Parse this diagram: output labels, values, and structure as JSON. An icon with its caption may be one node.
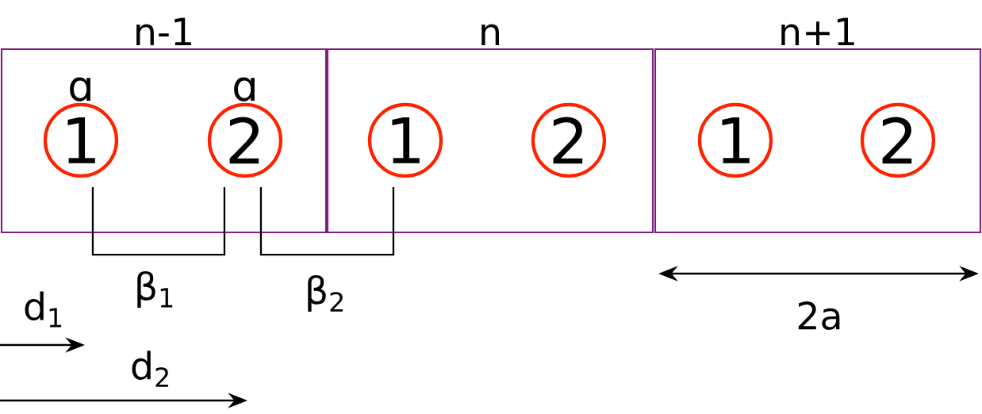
{
  "diagram": {
    "nodes": [
      {
        "text": [
          "n-1"
        ]
      },
      {
        "text": [
          "n"
        ]
      },
      {
        "text": [
          "n+1"
        ]
      },
      {
        "text": [
          "1"
        ],
        "in": 0,
        "beside": [
          "ɑ"
        ]
      },
      {
        "text": [
          "2"
        ],
        "in": 0,
        "beside": [
          "ɑ"
        ]
      },
      {
        "text": [
          "1"
        ],
        "in": 1
      },
      {
        "text": [
          "2"
        ],
        "in": 1
      },
      {
        "text": [
          "1"
        ],
        "in": 2
      },
      {
        "text": [
          "2"
        ],
        "in": 2
      }
    ],
    "edges": [
      {
        "from": 3,
        "to": 4,
        "arrow": "none",
        "label": "β$_{1}$"
      },
      {
        "from": 4,
        "to": 5,
        "arrow": "none",
        "label": "β$_{2}$"
      }
    ],
    "labels": [
      "d$_{1}$",
      "d$_{2}$",
      "2a"
    ]
  }
}
